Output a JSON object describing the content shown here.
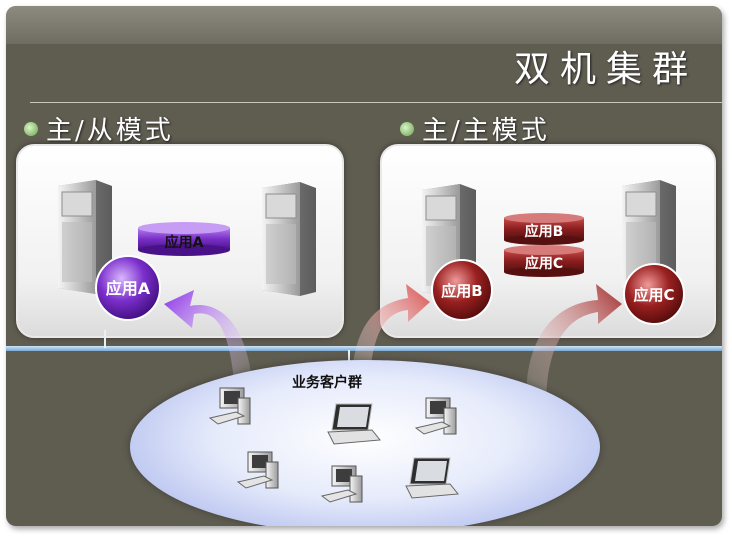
{
  "title": "双机集群",
  "modes": {
    "left": {
      "label": "主/从模式"
    },
    "right": {
      "label": "主/主模式"
    }
  },
  "apps": {
    "a_cylinder": "应用A",
    "a_badge": "应用A",
    "b_cylinder": "应用B",
    "c_cylinder": "应用C",
    "b_badge": "应用B",
    "c_badge": "应用C"
  },
  "clients": {
    "label": "业务客户群"
  },
  "colors": {
    "background": "#5f5c50",
    "purple": "#7a2fc8",
    "red": "#8a1e1e",
    "network": "#7aaad4"
  },
  "icons": [
    "server-icon",
    "desktop-computer-icon",
    "laptop-icon",
    "arrow-icon",
    "bullet-icon"
  ]
}
